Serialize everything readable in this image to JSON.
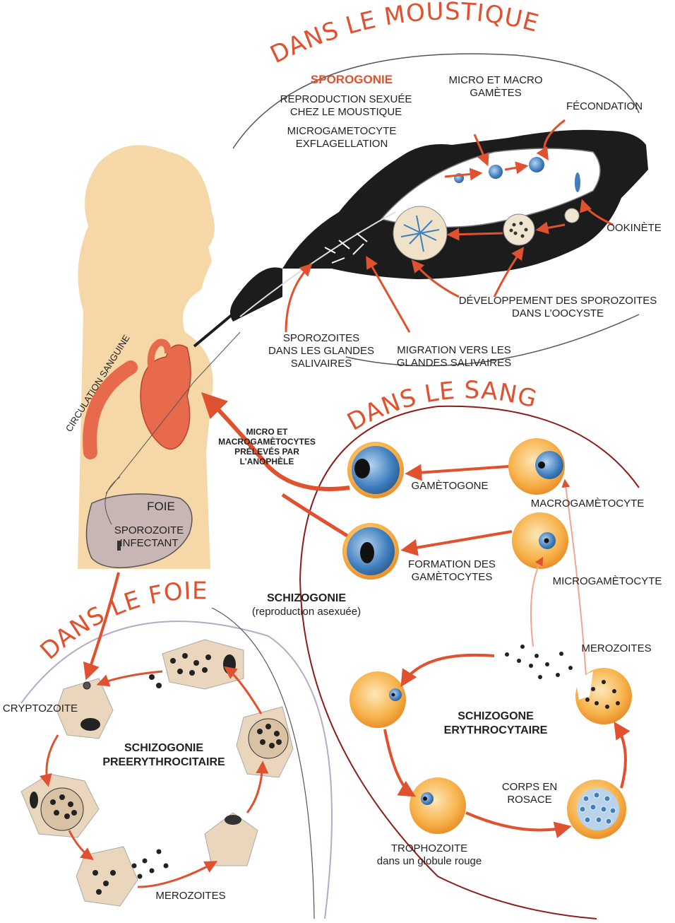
{
  "section_titles": {
    "mosquito": "DANS LE MOUSTIQUE",
    "blood": "DANS LE SANG",
    "liver": "DANS LE FOIE"
  },
  "human": {
    "circulation": "CIRCULATION SANGUINE",
    "liver_title": "FOIE",
    "sporozoite_line1": "SPOROZOITE",
    "sporozoite_line2": "INFECTANT"
  },
  "mosquito": {
    "sporogonie": "SPOROGONIE",
    "repro_line1": "REPRODUCTION SEXUÉE",
    "repro_line2": "CHEZ LE MOUSTIQUE",
    "microgam_line1": "MICROGAMETOCYTE",
    "microgam_line2": "EXFLAGELLATION",
    "gametes_line1": "MICRO ET MACRO",
    "gametes_line2": "GAMÈTES",
    "fecondation": "FÉCONDATION",
    "ookinete": "OOKINÈTE",
    "dev_line1": "DÉVELOPPEMENT DES SPOROZOITES",
    "dev_line2": "DANS L’OOCYSTE",
    "glands_line1": "SPOROZOITES",
    "glands_line2": "DANS LES GLANDES",
    "glands_line3": "SALIVAIRES",
    "migration_line1": "MIGRATION VERS LES",
    "migration_line2": "GLANDES SALIVAIRES"
  },
  "transfer": {
    "line1": "MICRO ET",
    "line2": "MACROGAMÈTOCYTES",
    "line3": "PRÉLEVÉS PAR",
    "line4": "L’ANOPHÈLE"
  },
  "blood": {
    "gametogone": "GAMÈTOGONE",
    "macrogametocyte": "MACROGAMÈTOCYTE",
    "formation_line1": "FORMATION DES",
    "formation_line2": "GAMÈTOCYTES",
    "microgametocyte": "MICROGAMÈTOCYTE",
    "schizogonie": "SCHIZOGONIE",
    "schizogonie_sub": "(reproduction asexuée)",
    "merozoites": "MEROZOITES",
    "schizogone_line1": "SCHIZOGONE",
    "schizogone_line2": "ERYTHROCYTAIRE",
    "rosace_line1": "CORPS EN",
    "rosace_line2": "ROSACE",
    "tropho_line1": "TROPHOZOITE",
    "tropho_line2": "dans un globule rouge"
  },
  "liver": {
    "cryptozoite": "CRYPTOZOITE",
    "schizo_line1": "SCHIZOGONIE",
    "schizo_line2": "PREERYTHROCITAIRE",
    "merozoites": "MEROZOITES"
  },
  "colors": {
    "accent": "#e0512f",
    "skin": "#f6d7a8",
    "heart": "#e86a4c",
    "liver": "#c7b6b4",
    "rbc": "#f7b24a",
    "mosquito": "#1c1c1c"
  }
}
